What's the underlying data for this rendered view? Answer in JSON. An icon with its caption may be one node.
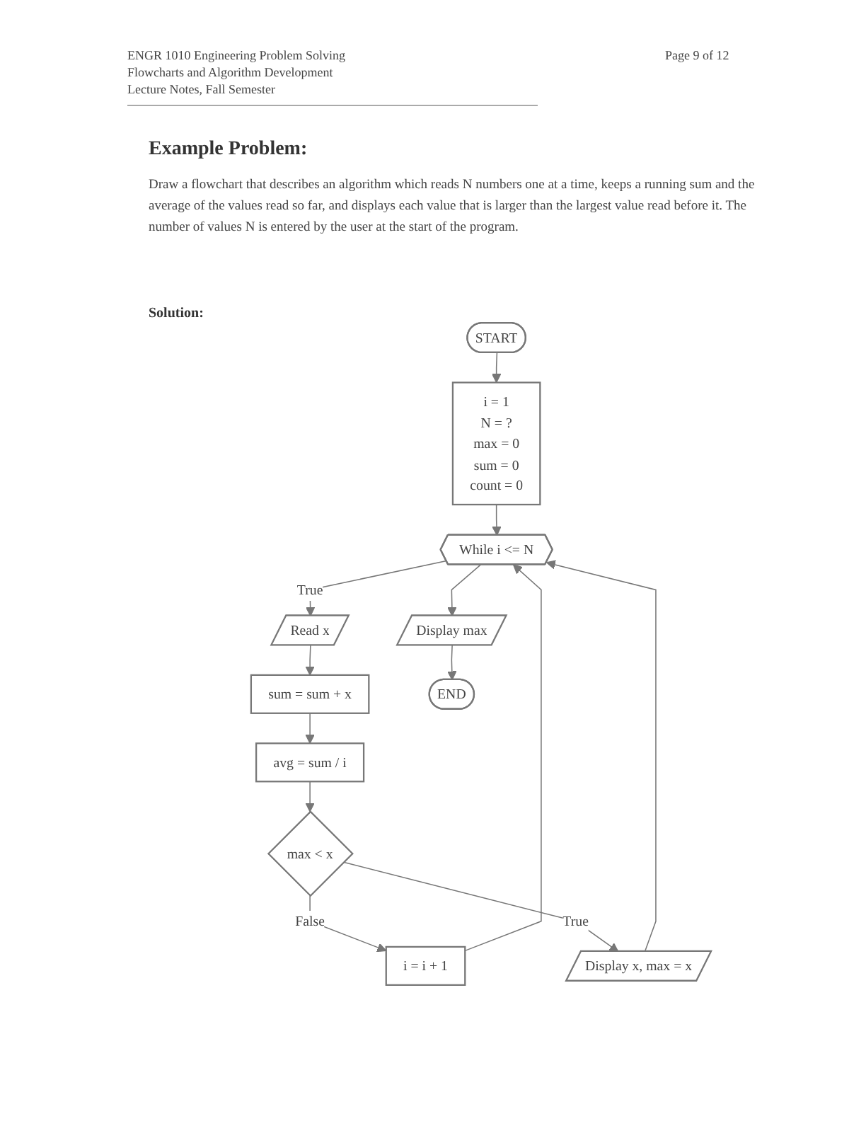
{
  "diagram": {
    "title": "Example Problem:",
    "nodes": [
      {
        "text": [
          "START"
        ]
      },
      {
        "text": [
          "i = 1",
          "N = ?",
          "max = 0",
          "sum = 0",
          "count = 0"
        ]
      },
      {
        "text": [
          "While i <= N"
        ]
      },
      {
        "text": [
          "Display max"
        ]
      },
      {
        "text": [
          "END"
        ]
      },
      {
        "text": [
          "Read x"
        ]
      },
      {
        "text": [
          "sum = sum + x"
        ]
      },
      {
        "text": [
          "avg = sum / i"
        ]
      },
      {
        "text": [
          "max < x"
        ]
      },
      {
        "text": [
          "Display x, max = x"
        ]
      },
      {
        "text": [
          "i = i + 1"
        ]
      }
    ],
    "edges": [
      {
        "from": 0,
        "to": 1,
        "arrow": "to"
      },
      {
        "from": 1,
        "to": 2,
        "arrow": "to"
      },
      {
        "from": 2,
        "to": 5,
        "arrow": "to",
        "label": "True"
      },
      {
        "from": 5,
        "to": 6,
        "arrow": "to"
      },
      {
        "from": 6,
        "to": 7,
        "arrow": "to"
      },
      {
        "from": 7,
        "to": 8,
        "arrow": "to"
      },
      {
        "from": 8,
        "to": 10,
        "arrow": "to",
        "label": "False"
      },
      {
        "from": 8,
        "to": 9,
        "arrow": "to",
        "label": "True"
      },
      {
        "from": 10,
        "to": 2,
        "arrow": "to"
      },
      {
        "from": 9,
        "to": 2,
        "arrow": "to"
      },
      {
        "from": 2,
        "to": 3,
        "arrow": "to"
      },
      {
        "from": 3,
        "to": 4,
        "arrow": "to"
      }
    ],
    "labels": [
      "ENGR 1010 Engineering Problem Solving",
      "Page 9 of 12",
      "Flowcharts and Algorithm Development",
      "Lecture Notes, Fall Semester",
      "Draw a flowchart that describes an algorithm which reads N numbers one at a time, keeps a running sum and the average of the values read so far, and displays each value that is larger than the largest value read before it. The number of values N is entered by the user at the start of the program.",
      "Solution:"
    ]
  }
}
